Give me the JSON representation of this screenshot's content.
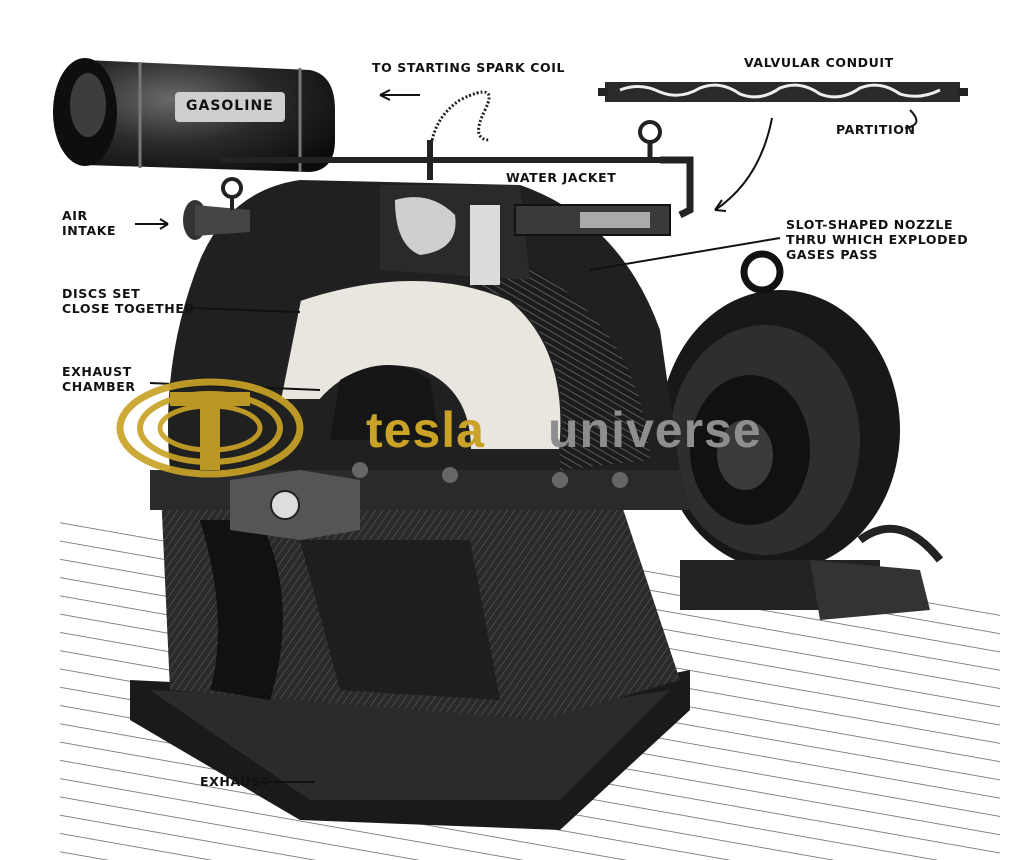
{
  "labels": {
    "gasoline": "GASOLINE",
    "to_spark_coil": "TO STARTING SPARK COIL",
    "valvular_conduit": "VALVULAR CONDUIT",
    "partition": "PARTITION",
    "water_jacket": "WATER JACKET",
    "air_intake": [
      "AIR",
      "INTAKE"
    ],
    "slot_nozzle": [
      "SLOT-SHAPED NOZZLE",
      "THRU WHICH EXPLODED",
      "GASES PASS"
    ],
    "discs_set": [
      "DISCS SET",
      "CLOSE TOGETHER"
    ],
    "exhaust_chamber": [
      "EXHAUST",
      "CHAMBER"
    ],
    "exhaust": "EXHAUST"
  },
  "watermark": {
    "word1": "tesla",
    "word2": "universe",
    "color_gold": "#c9a227",
    "color_gray": "#8e8e8e"
  }
}
